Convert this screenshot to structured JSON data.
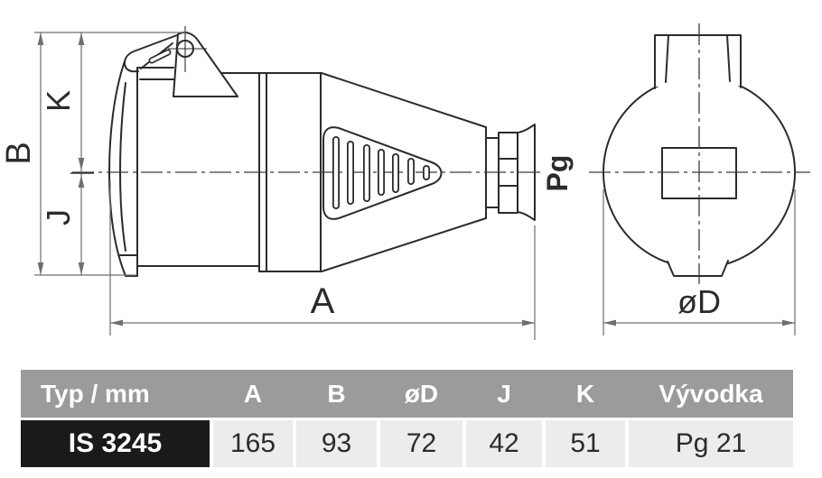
{
  "drawing": {
    "dimension_labels": {
      "B": "B",
      "K": "K",
      "J": "J",
      "A": "A",
      "diameter": "øD",
      "gland": "Pg"
    },
    "colors": {
      "outline": "#2b2b2b",
      "dimension_line": "#6f6f6f",
      "center_line": "#3a3a3a"
    }
  },
  "table": {
    "headers": [
      "Typ / mm",
      "A",
      "B",
      "øD",
      "J",
      "K",
      "Vývodka"
    ],
    "row": [
      "IS 3245",
      "165",
      "93",
      "72",
      "42",
      "51",
      "Pg 21"
    ],
    "colors": {
      "header_bg": "#9b9b9b",
      "header_text": "#ffffff",
      "cell_bg": "#ececec",
      "type_cell_bg": "#1a1a1a",
      "type_cell_text": "#ffffff",
      "value_text": "#2b2b2b"
    }
  }
}
